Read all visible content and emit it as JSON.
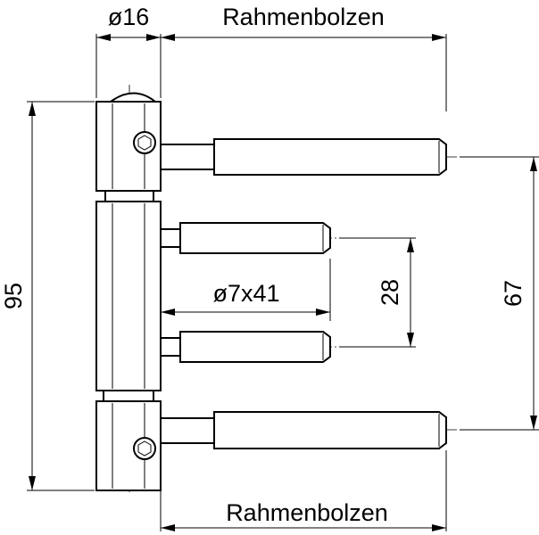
{
  "drawing": {
    "labels": {
      "pin_diameter": "ø16",
      "frame_bolt_top": "Rahmenbolzen",
      "frame_bolt_bottom": "Rahmenbolzen",
      "height_total": "95",
      "bolt_spacing_outer": "67",
      "bolt_spacing_inner": "28",
      "sash_bolt_size": "ø7x41"
    },
    "colors": {
      "line": "#000000",
      "background": "#ffffff"
    }
  }
}
